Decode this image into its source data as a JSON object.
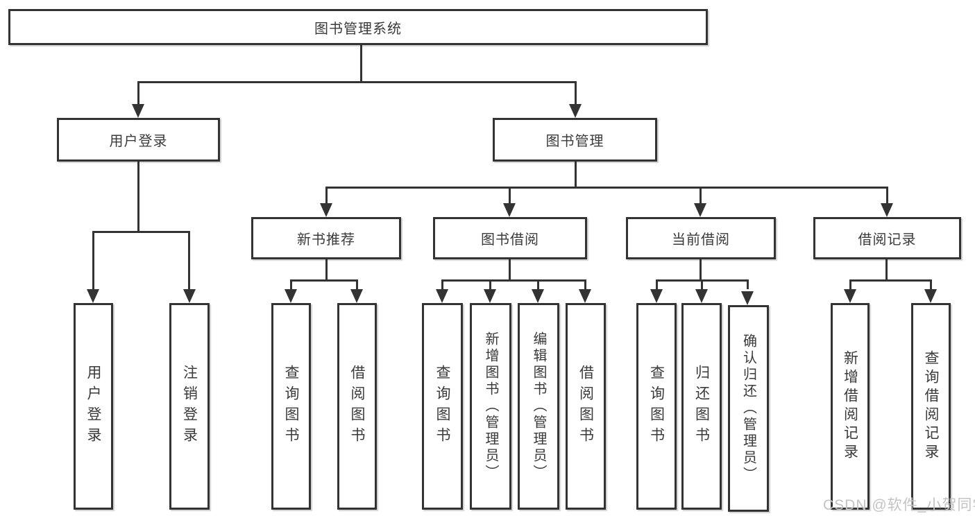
{
  "diagram": {
    "root": {
      "label": "图书管理系统"
    },
    "branches": [
      {
        "label": "用户登录",
        "children": [
          {
            "label": "用户登录"
          },
          {
            "label": "注销登录"
          }
        ]
      },
      {
        "label": "图书管理",
        "children": [
          {
            "label": "新书推荐",
            "children": [
              {
                "label": "查询图书"
              },
              {
                "label": "借阅图书"
              }
            ]
          },
          {
            "label": "图书借阅",
            "children": [
              {
                "label": "查询图书"
              },
              {
                "label": "新增图书（管理员）"
              },
              {
                "label": "编辑图书（管理员）"
              },
              {
                "label": "借阅图书"
              }
            ]
          },
          {
            "label": "当前借阅",
            "children": [
              {
                "label": "查询图书"
              },
              {
                "label": "归还图书"
              },
              {
                "label": "确认归还（管理员）"
              }
            ]
          },
          {
            "label": "借阅记录",
            "children": [
              {
                "label": "新增借阅记录"
              },
              {
                "label": "查询借阅记录"
              }
            ]
          }
        ]
      }
    ]
  },
  "watermark": "CSDN @软件_小贺同学",
  "colors": {
    "line": "#333333",
    "box_border": "#333333",
    "box_fill": "#ffffff",
    "text": "#3a3a3a",
    "watermark": "#c3c3c3",
    "background": "#ffffff"
  }
}
